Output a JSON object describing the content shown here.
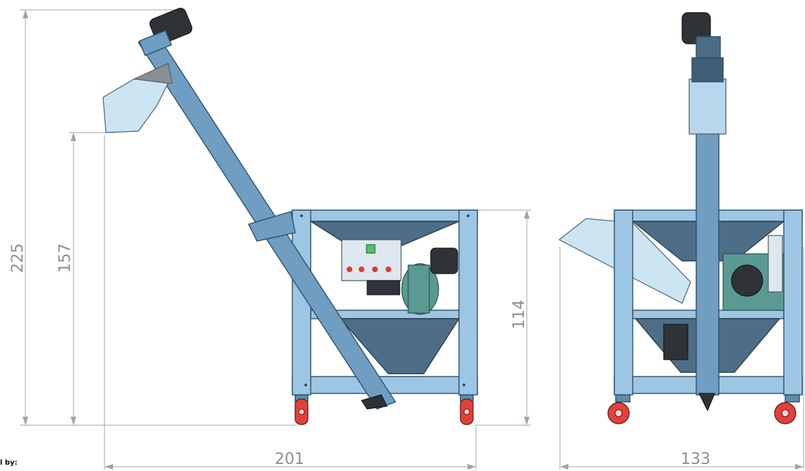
{
  "dimensions": {
    "total_height": "225",
    "discharge_height": "157",
    "frame_height": "114",
    "side_length": "201",
    "front_width": "133"
  },
  "footer": {
    "text": "l by:"
  }
}
